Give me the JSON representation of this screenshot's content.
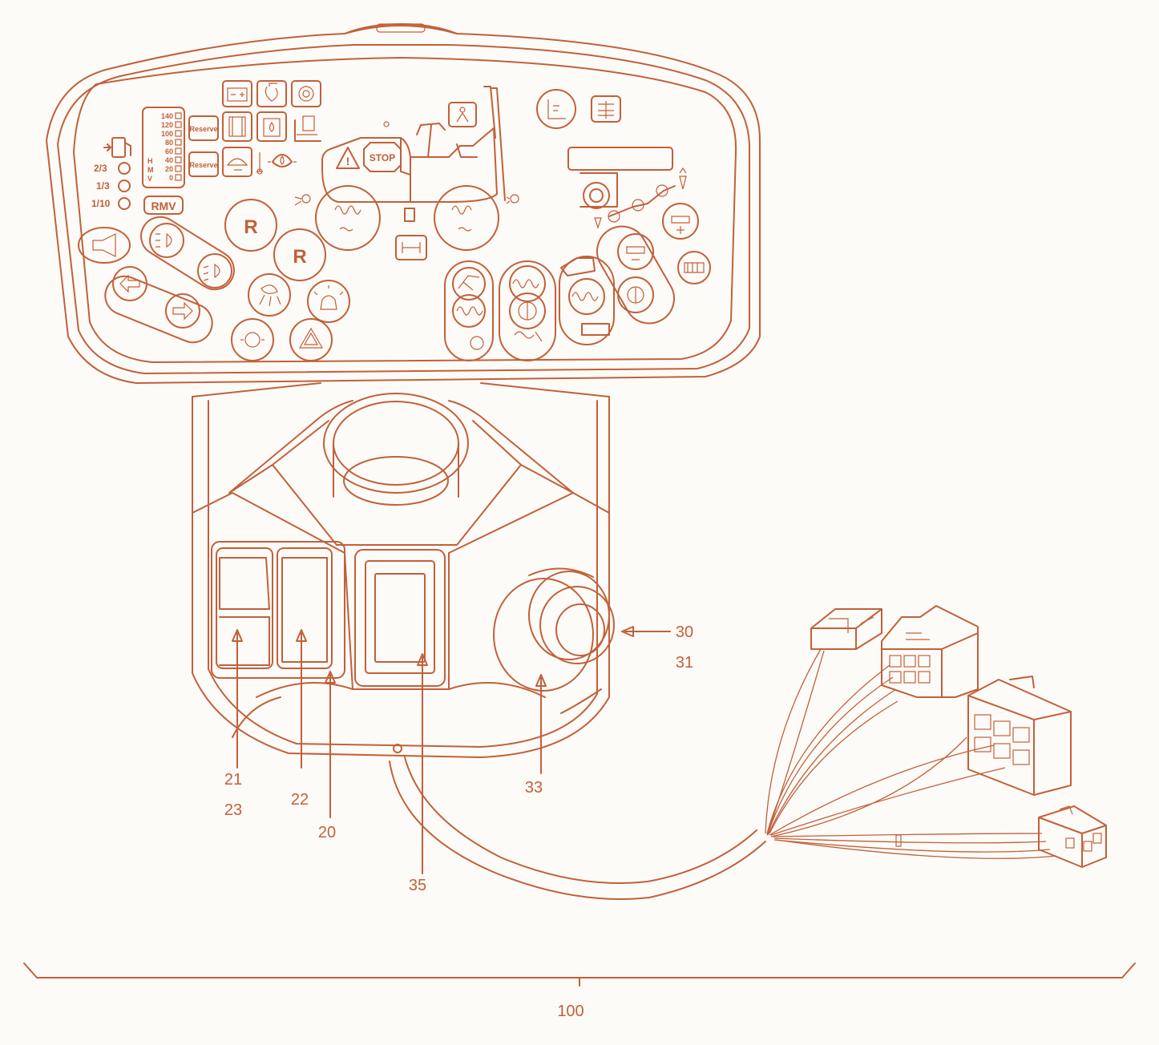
{
  "colors": {
    "line": "#c2603a",
    "background": "#fcfbf8"
  },
  "panel": {
    "fuel_levels": [
      "2/3",
      "1/3",
      "1/10"
    ],
    "speed_scale": [
      "140",
      "120",
      "100",
      "80",
      "60",
      "40",
      "20",
      "0"
    ],
    "mode_letters": [
      "H",
      "M",
      "V"
    ],
    "reserve_1": "Reserve",
    "reserve_2": "Reserve",
    "rmv": "RMV",
    "reverse_1": "R",
    "reverse_2": "R",
    "stop": "STOP",
    "warning": "!"
  },
  "icons": [
    "horn-icon",
    "headlight-icon",
    "dipped-beam-icon",
    "turn-left-icon",
    "turn-right-icon",
    "work-light-icon",
    "beacon-icon",
    "brake-icon",
    "hazard-icon",
    "battery-icon",
    "oil-icon",
    "engine-icon",
    "seat-belt-icon",
    "vibration-icon",
    "sprinkler-icon",
    "brush-icon"
  ],
  "callouts": {
    "c20": "20",
    "c21": "21",
    "c22": "22",
    "c23": "23",
    "c30": "30",
    "c31": "31",
    "c33": "33",
    "c35": "35",
    "c100": "100"
  }
}
